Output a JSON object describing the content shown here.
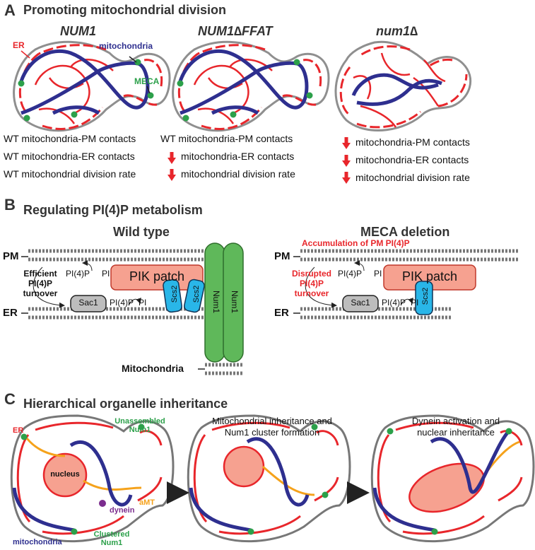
{
  "panelA": {
    "letter": "A",
    "title": "Promoting mitochondrial division",
    "col1": "NUM1",
    "col2": "NUM1∆FFAT",
    "col3": "num1∆",
    "er": "ER",
    "mito": "mitochondria",
    "meca": "MECA",
    "rows": [
      [
        "WT mitochondria-PM contacts",
        "WT mitochondria-PM contacts",
        "mitochondria-PM contacts"
      ],
      [
        "WT mitochondria-ER contacts",
        "mitochondria-ER contacts",
        "mitochondria-ER contacts"
      ],
      [
        "WT mitochondrial division rate",
        "mitochondrial division rate",
        "mitochondrial division rate"
      ]
    ]
  },
  "panelB": {
    "letter": "B",
    "title": "Regulating PI(4)P metabolism",
    "wt": "Wild type",
    "meca_del": "MECA deletion",
    "accum": "Accumulation of PM PI(4)P",
    "pm": "PM",
    "er": "ER",
    "mito": "Mitochondria",
    "efficient": [
      "Efficient",
      "PI(4)P",
      "turnover"
    ],
    "disrupted": [
      "Disrupted",
      "PI(4)P",
      "turnover"
    ],
    "pi4p": "PI(4)P",
    "pi": "PI",
    "pik": "PIK patch",
    "sac1": "Sac1",
    "scs2": "Scs2",
    "num1": "Num1"
  },
  "panelC": {
    "letter": "C",
    "title": "Hierarchical organelle inheritance",
    "step2": [
      "Mitochondrial inheritance and",
      "Num1 cluster formation"
    ],
    "step3": [
      "Dynein activation and",
      "nuclear inheritance"
    ],
    "unassembled": [
      "Unassembled",
      "Num1"
    ],
    "er": "ER",
    "nucleus": "nucleus",
    "amt": "aMT",
    "dynein": "dynein",
    "clustered": [
      "Clustered",
      "Num1"
    ],
    "mito": "mitochondria"
  },
  "colors": {
    "er": "#e8262b",
    "mito": "#2e2f8f",
    "meca": "#2ca04a",
    "cell": "#8f8f8f",
    "pik": "#f6a190",
    "scs2": "#29b6e8",
    "num1": "#5fb85a",
    "microtubule": "#f5a21b"
  }
}
